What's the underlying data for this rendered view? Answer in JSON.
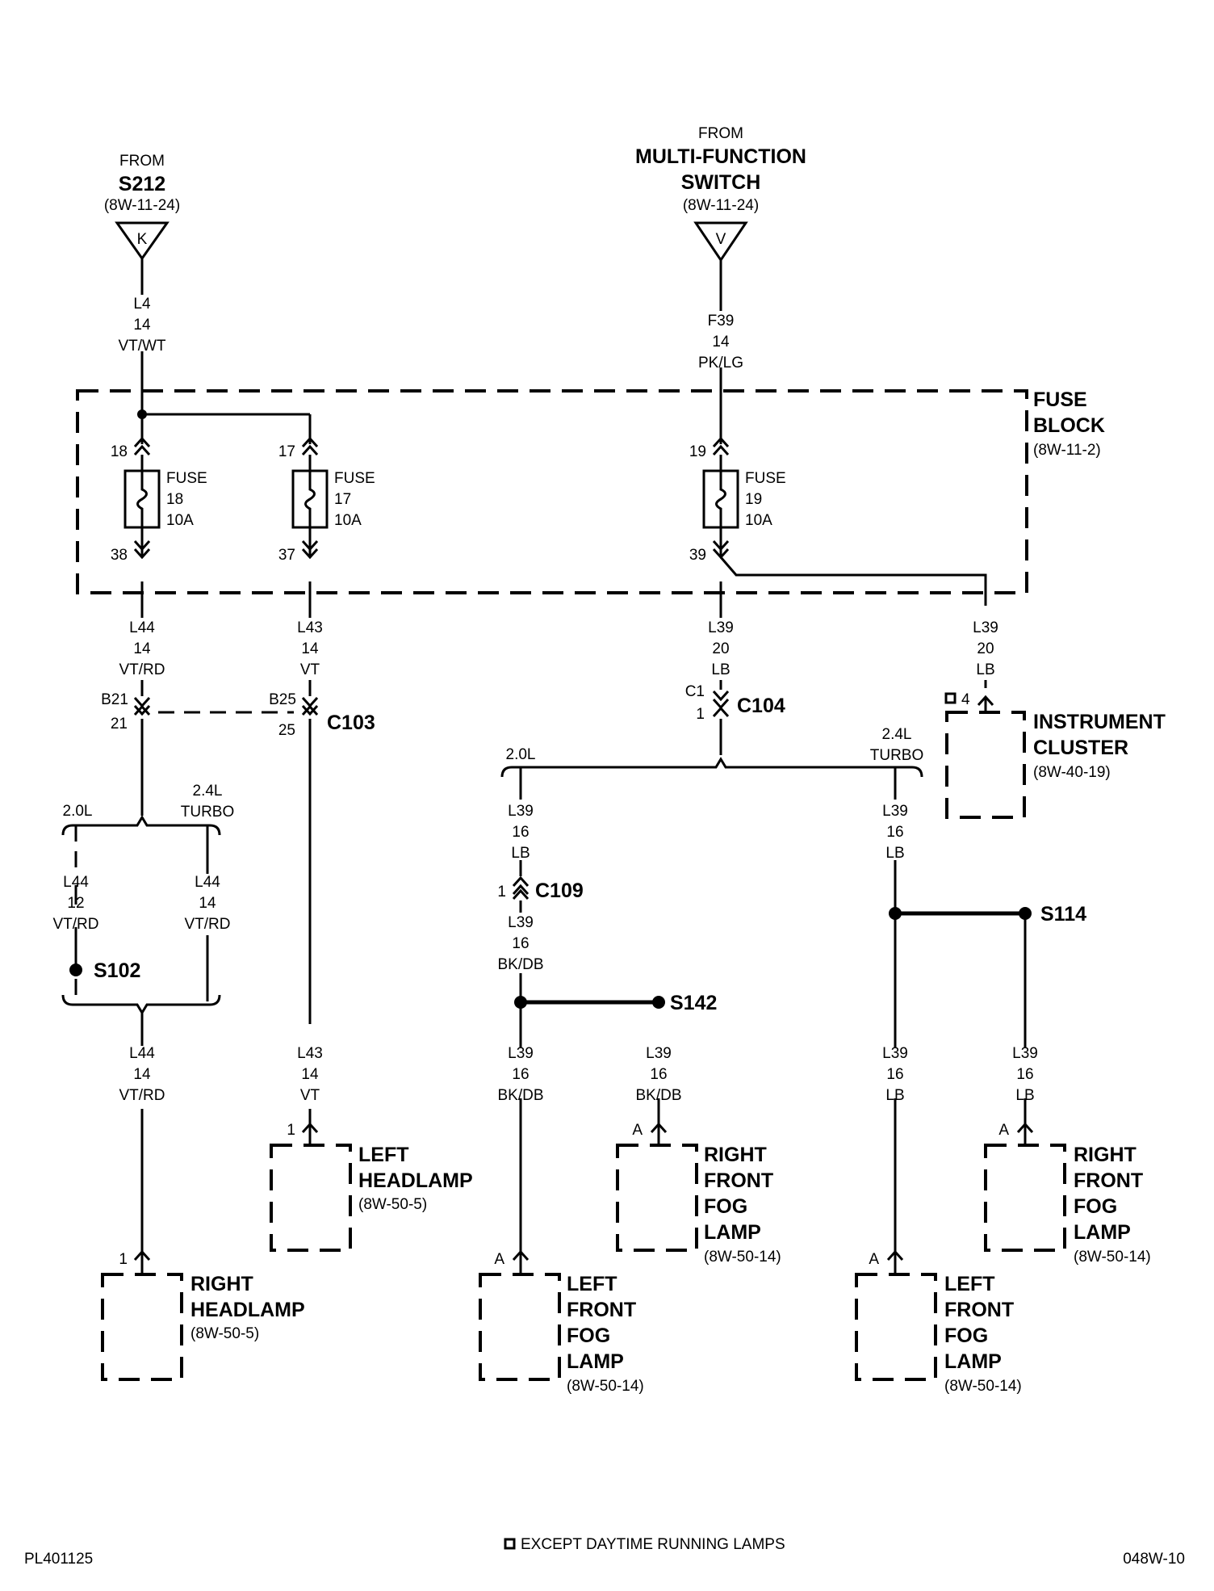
{
  "sources": {
    "s212": {
      "from": "FROM",
      "name": "S212",
      "ref": "(8W-11-24)",
      "pin": "K"
    },
    "mfs": {
      "from": "FROM",
      "name1": "MULTI-FUNCTION",
      "name2": "SWITCH",
      "ref": "(8W-11-24)",
      "pin": "V"
    }
  },
  "wires": {
    "l4": [
      "L4",
      "14",
      "VT/WT"
    ],
    "f39": [
      "F39",
      "14",
      "PK/LG"
    ],
    "l44_a": [
      "L44",
      "14",
      "VT/RD"
    ],
    "l43_a": [
      "L43",
      "14",
      "VT"
    ],
    "l39_a": [
      "L39",
      "20",
      "LB"
    ],
    "l39_b": [
      "L39",
      "20",
      "LB"
    ],
    "l39_c": [
      "L39",
      "16",
      "LB"
    ],
    "l39_d": [
      "L39",
      "16",
      "LB"
    ],
    "l44_b": [
      "L44",
      "12",
      "VT/RD"
    ],
    "l44_c": [
      "L44",
      "14",
      "VT/RD"
    ],
    "l39_e": [
      "L39",
      "16",
      "BK/DB"
    ],
    "l44_d": [
      "L44",
      "14",
      "VT/RD"
    ],
    "l43_b": [
      "L43",
      "14",
      "VT"
    ],
    "l39_f": [
      "L39",
      "16",
      "BK/DB"
    ],
    "l39_g": [
      "L39",
      "16",
      "BK/DB"
    ],
    "l39_h": [
      "L39",
      "16",
      "LB"
    ],
    "l39_i": [
      "L39",
      "16",
      "LB"
    ]
  },
  "fuse_block": {
    "title1": "FUSE",
    "title2": "BLOCK",
    "ref": "(8W-11-2)"
  },
  "fuses": [
    {
      "label": "FUSE",
      "number": "18",
      "rating": "10A",
      "pin_in": "18",
      "pin_out": "38"
    },
    {
      "label": "FUSE",
      "number": "17",
      "rating": "10A",
      "pin_in": "17",
      "pin_out": "37"
    },
    {
      "label": "FUSE",
      "number": "19",
      "rating": "10A",
      "pin_in": "19",
      "pin_out": "39"
    }
  ],
  "connectors": {
    "c103": {
      "name": "C103",
      "pin_b21": "B21",
      "pin_21": "21",
      "pin_b25": "B25",
      "pin_25": "25"
    },
    "c104": {
      "name": "C104",
      "pin_c1": "C1",
      "pin_1": "1"
    },
    "c109": {
      "name": "C109",
      "pin": "1"
    }
  },
  "splices": {
    "s102": "S102",
    "s142": "S142",
    "s114": "S114"
  },
  "options": {
    "opt20": "2.0L",
    "opt24_line1": "2.4L",
    "opt24_line2": "TURBO"
  },
  "components": {
    "instrument_cluster": {
      "pin_mark": "□",
      "pin": "4",
      "line1": "INSTRUMENT",
      "line2": "CLUSTER",
      "ref": "(8W-40-19)"
    },
    "left_headlamp": {
      "pin": "1",
      "line1": "LEFT",
      "line2": "HEADLAMP",
      "ref": "(8W-50-5)"
    },
    "right_headlamp": {
      "pin": "1",
      "line1": "RIGHT",
      "line2": "HEADLAMP",
      "ref": "(8W-50-5)"
    },
    "right_fog_1": {
      "pin": "A",
      "line1": "RIGHT",
      "line2": "FRONT",
      "line3": "FOG",
      "line4": "LAMP",
      "ref": "(8W-50-14)"
    },
    "left_fog_1": {
      "pin": "A",
      "line1": "LEFT",
      "line2": "FRONT",
      "line3": "FOG",
      "line4": "LAMP",
      "ref": "(8W-50-14)"
    },
    "right_fog_2": {
      "pin": "A",
      "line1": "RIGHT",
      "line2": "FRONT",
      "line3": "FOG",
      "line4": "LAMP",
      "ref": "(8W-50-14)"
    },
    "left_fog_2": {
      "pin": "A",
      "line1": "LEFT",
      "line2": "FRONT",
      "line3": "FOG",
      "line4": "LAMP",
      "ref": "(8W-50-14)"
    }
  },
  "footer": {
    "left": "PL401125",
    "note_mark": "□",
    "note": "EXCEPT DAYTIME RUNNING LAMPS",
    "right": "048W-10"
  }
}
